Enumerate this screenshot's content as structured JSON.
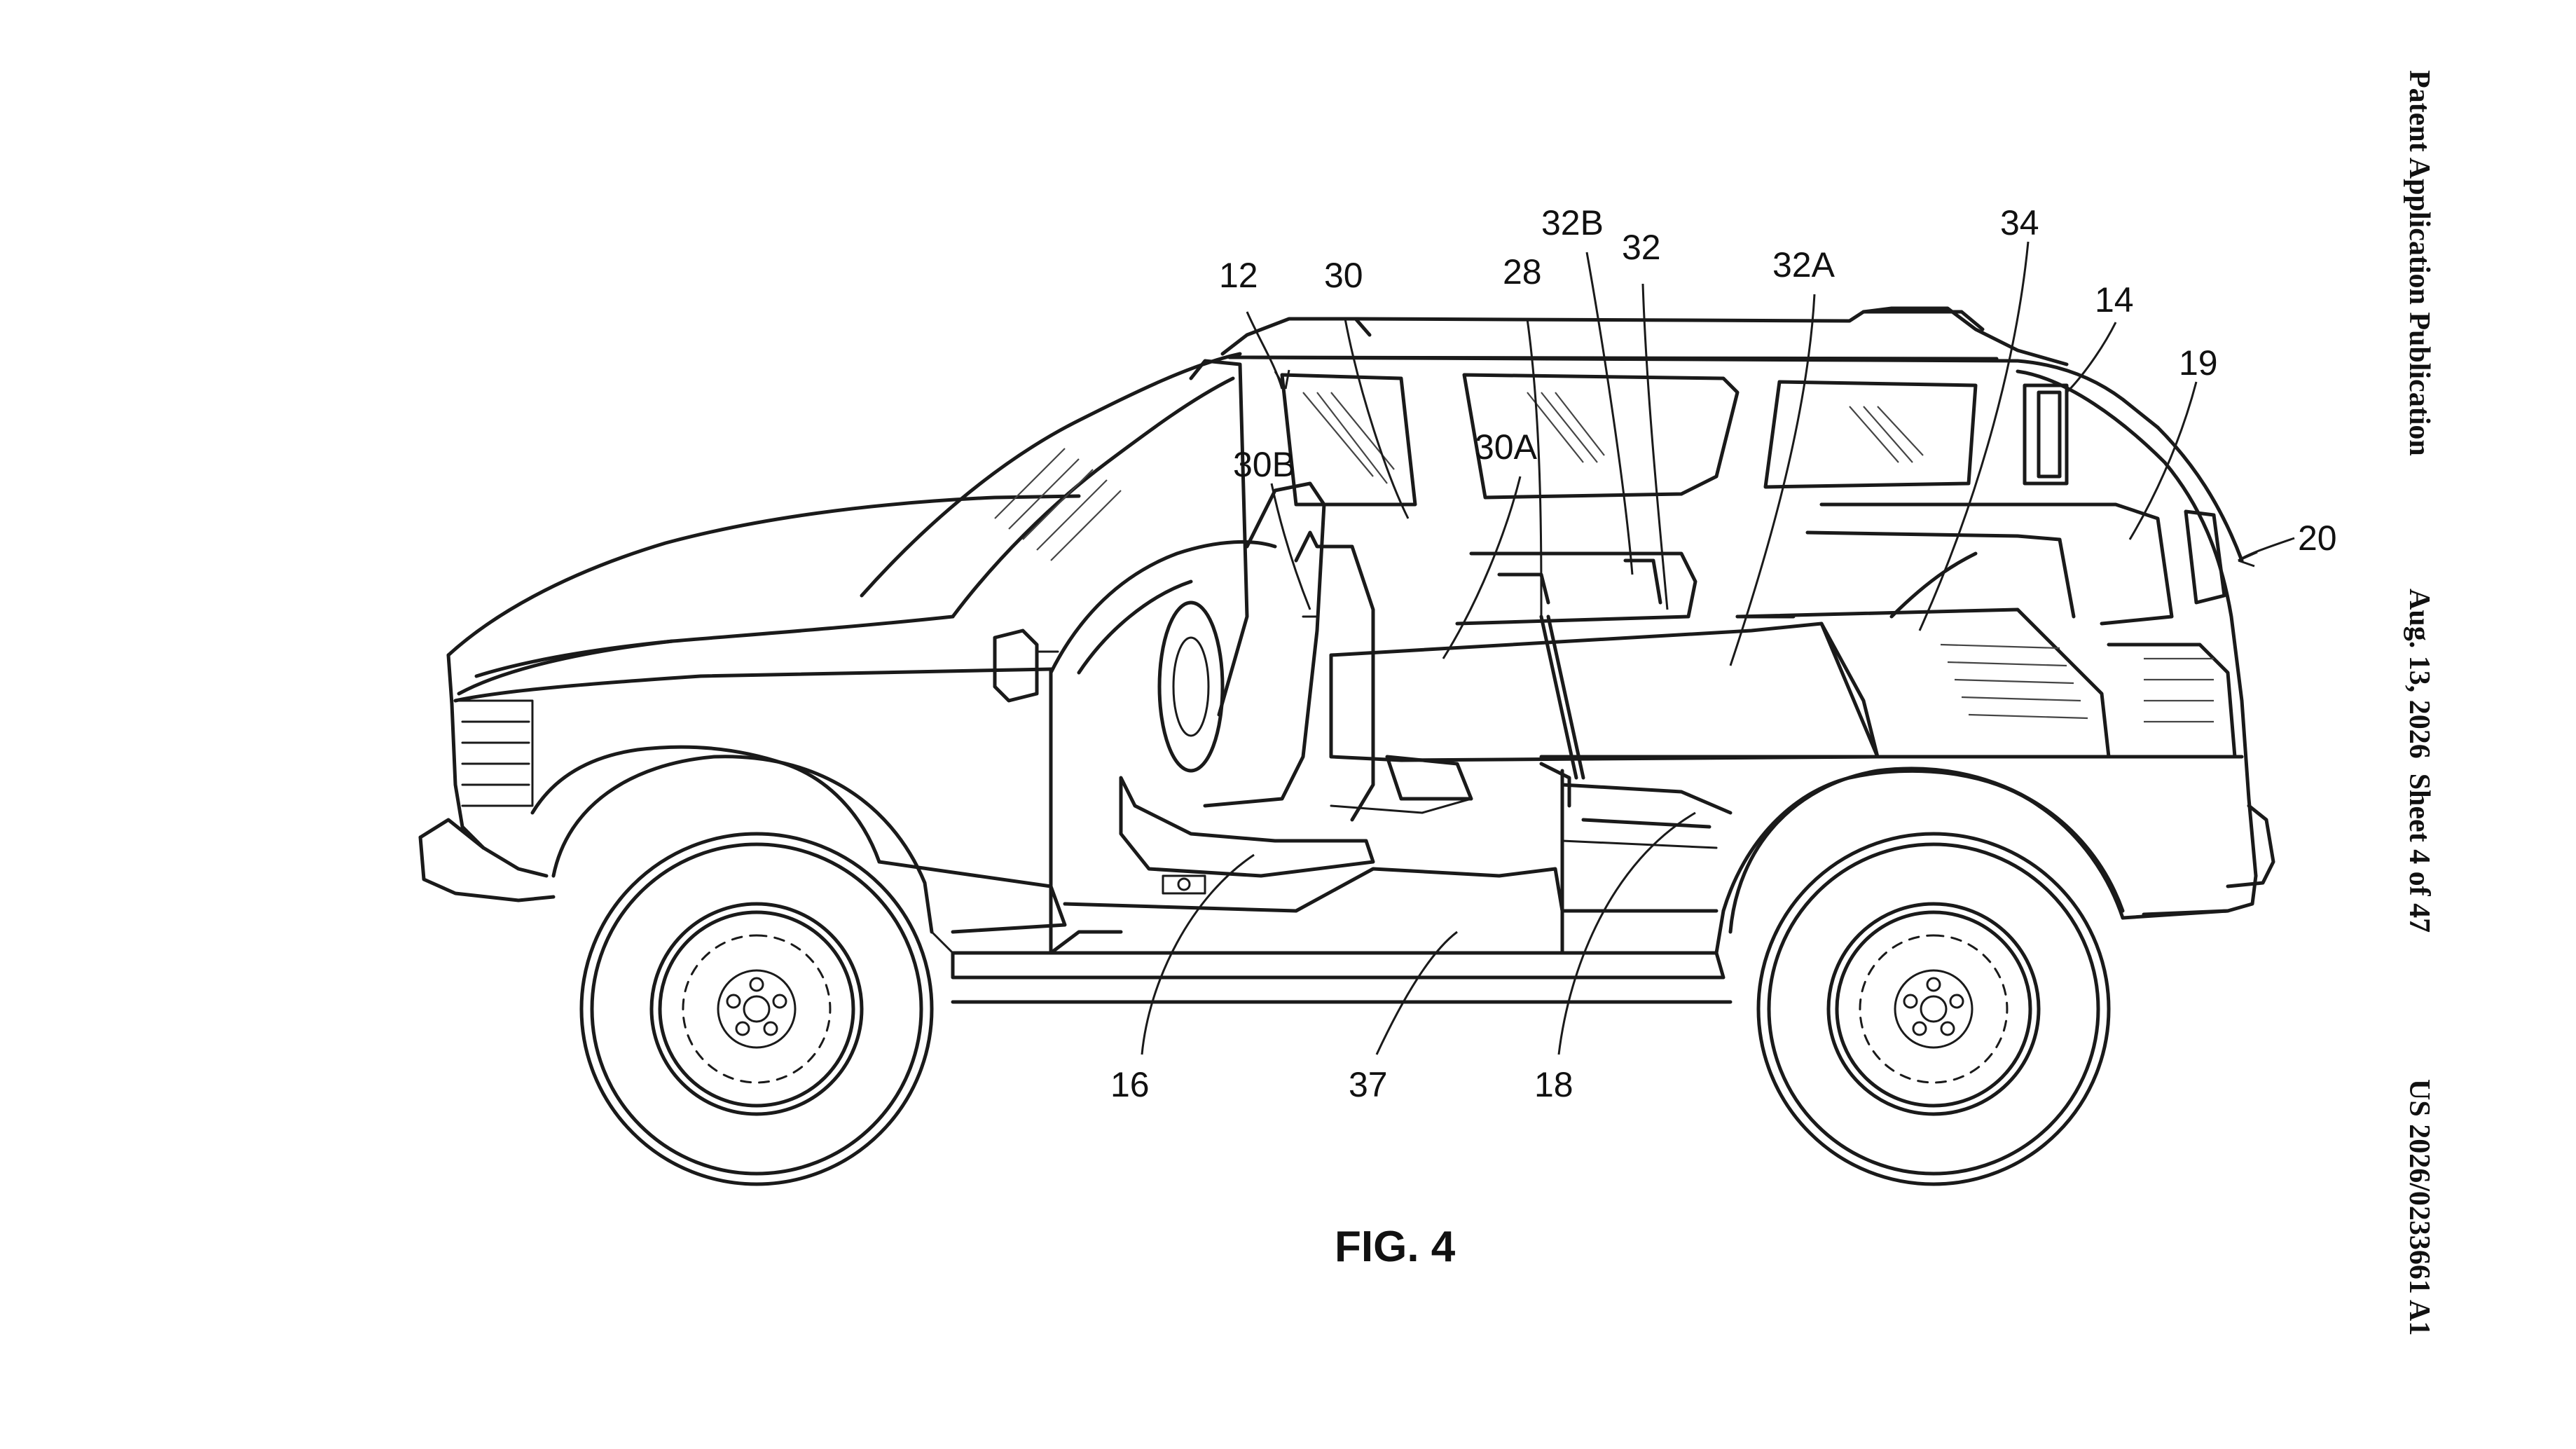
{
  "header": {
    "publication_type": "Patent Application Publication",
    "date_sheet": "Aug. 13, 2026  Sheet 4 of 47",
    "publication_number": "US 2026/0233661 A1"
  },
  "figure": {
    "caption": "FIG. 4"
  },
  "reference_numerals": {
    "r12": "12",
    "r30": "30",
    "r28": "28",
    "r32B": "32B",
    "r32": "32",
    "r32A": "32A",
    "r34": "34",
    "r14": "14",
    "r19": "19",
    "r20": "20",
    "r30B": "30B",
    "r30A": "30A",
    "r16": "16",
    "r37": "37",
    "r18": "18"
  }
}
